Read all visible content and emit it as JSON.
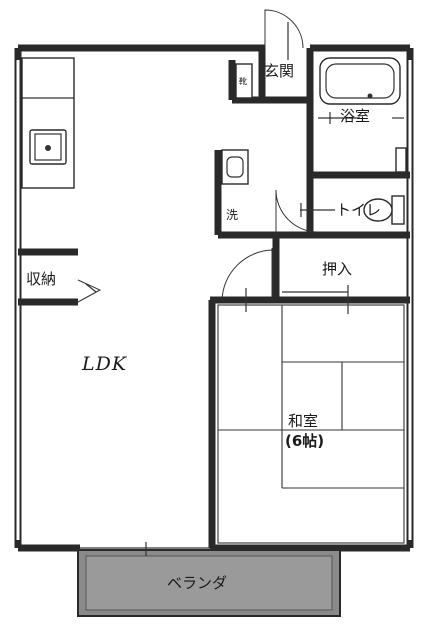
{
  "rooms": {
    "ldk": "LDK",
    "washitsu": "和室",
    "washitsu_size": "(6帖)",
    "shuno": "収納",
    "genkan": "玄関",
    "yokushitsu": "浴室",
    "toilet": "トイレ",
    "oshiire": "押入",
    "sentaku": "洗",
    "veranda": "ベランダ",
    "getabako": "靴"
  }
}
